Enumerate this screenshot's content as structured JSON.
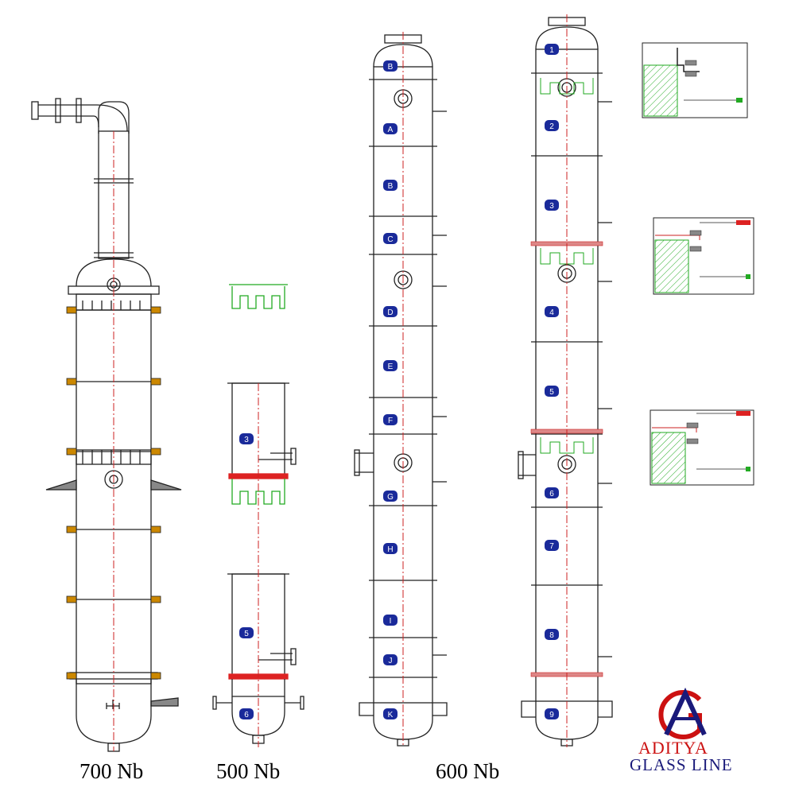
{
  "captions": {
    "col_700": "700 Nb",
    "col_500": "500 Nb",
    "col_600": "600 Nb"
  },
  "logo": {
    "line1": "ADITYA",
    "line2": "GLASS LINE",
    "primary_color": "#cc1111",
    "secondary_color": "#1a1a7a"
  },
  "colors": {
    "outline": "#222222",
    "centerline": "#cc2222",
    "baffle": "#22aa22",
    "flange": "#cc8800",
    "seal": "#dd2222",
    "tag_fill": "#1a2a9a"
  },
  "col_600a_tags": [
    "B",
    "A",
    "B",
    "C",
    "D",
    "E",
    "F",
    "G",
    "H",
    "I",
    "J",
    "K"
  ],
  "col_600b_tags": [
    "1",
    "2",
    "3",
    "4",
    "5",
    "6",
    "7",
    "8",
    "9"
  ],
  "col_500_tags": [
    "3",
    "5",
    "6"
  ]
}
